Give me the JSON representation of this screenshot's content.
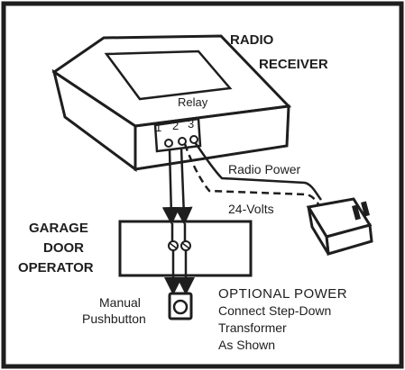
{
  "receiver": {
    "title_line1": "RADIO",
    "title_line2": "RECEIVER",
    "relay_label": "Relay",
    "terminal_1": "1",
    "terminal_2": "2",
    "terminal_3": "3"
  },
  "wires": {
    "radio_power": "Radio Power",
    "volts": "24-Volts"
  },
  "operator": {
    "line1": "GARAGE",
    "line2": "DOOR",
    "line3": "OPERATOR"
  },
  "pushbutton": {
    "line1": "Manual",
    "line2": "Pushbutton"
  },
  "optional_power": {
    "heading": "OPTIONAL POWER",
    "line1": "Connect Step-Down",
    "line2": "Transformer",
    "line3": "As Shown"
  },
  "colors": {
    "ink": "#1e1e1e",
    "paper": "#ffffff"
  }
}
